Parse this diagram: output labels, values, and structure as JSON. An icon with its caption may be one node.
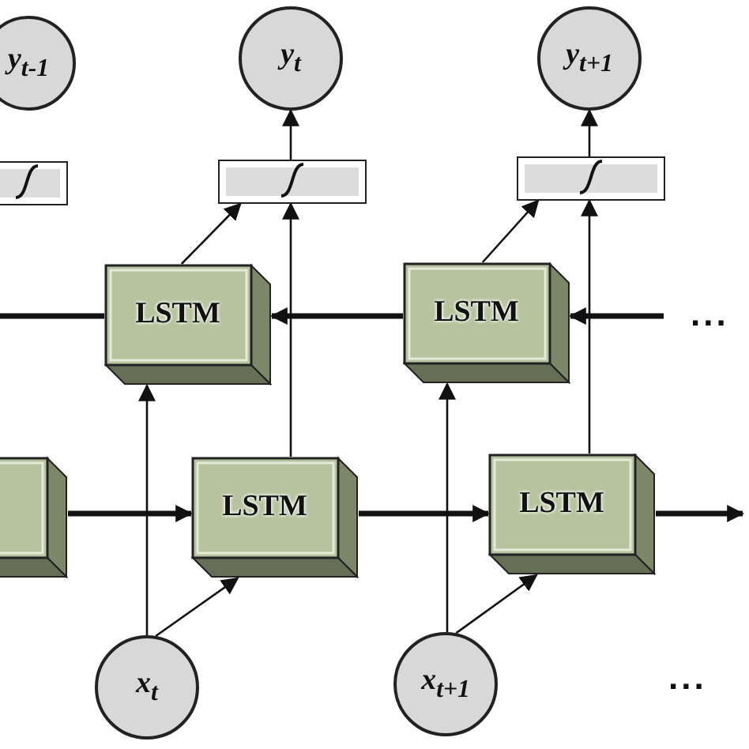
{
  "diagram": {
    "nodes": [
      {
        "text": [
          "y$_{t-1}$"
        ]
      },
      {
        "text": [
          "y$_{t}$"
        ]
      },
      {
        "text": [
          "y$_{t+1}$"
        ]
      },
      {
        "text": [],
        "shape": "box"
      },
      {
        "text": [],
        "shape": "box"
      },
      {
        "text": [],
        "shape": "box"
      },
      {
        "text": [
          "LSTM"
        ]
      },
      {
        "text": [
          "LSTM"
        ]
      },
      {
        "text": [],
        "shape": "box"
      },
      {
        "text": [
          "LSTM"
        ]
      },
      {
        "text": [
          "LSTM"
        ]
      },
      {
        "text": [
          "x$_{t}$"
        ]
      },
      {
        "text": [
          "x$_{t+1}$"
        ]
      }
    ],
    "edges": [
      {
        "from": 6,
        "to": null,
        "arrow": "none",
        "style": "thick"
      },
      {
        "from": 7,
        "to": 6,
        "arrow": "to",
        "style": "thick"
      },
      {
        "from": null,
        "to": 7,
        "arrow": "to",
        "style": "thick"
      },
      {
        "from": 8,
        "to": 9,
        "arrow": "to",
        "style": "thick"
      },
      {
        "from": 9,
        "to": 10,
        "arrow": "to",
        "style": "thick"
      },
      {
        "from": 10,
        "to": null,
        "arrow": "to",
        "style": "thick"
      },
      {
        "from": 11,
        "to": 6,
        "arrow": "to"
      },
      {
        "from": 11,
        "to": 9,
        "arrow": "to"
      },
      {
        "from": 12,
        "to": 7,
        "arrow": "to"
      },
      {
        "from": 12,
        "to": 10,
        "arrow": "to"
      },
      {
        "from": 9,
        "to": 4,
        "arrow": "to"
      },
      {
        "from": 6,
        "to": 4,
        "arrow": "to"
      },
      {
        "from": 10,
        "to": 5,
        "arrow": "to"
      },
      {
        "from": 7,
        "to": 5,
        "arrow": "to"
      },
      {
        "from": 4,
        "to": 1,
        "arrow": "to"
      },
      {
        "from": 5,
        "to": 2,
        "arrow": "to"
      }
    ],
    "labels": [
      "...",
      "..."
    ]
  }
}
